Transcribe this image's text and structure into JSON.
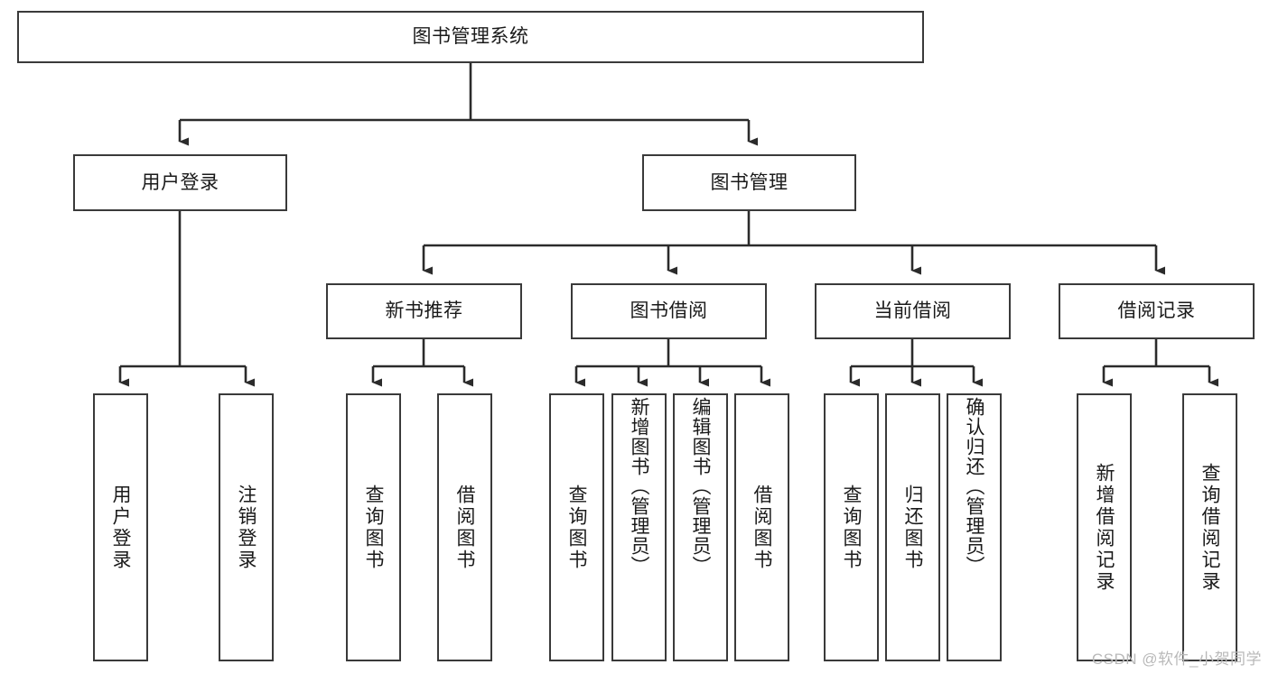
{
  "diagram": {
    "type": "tree-hierarchy",
    "title": "图书管理系统",
    "root": {
      "id": "root",
      "label": "图书管理系统"
    },
    "level2": [
      {
        "id": "user-login",
        "label": "用户登录"
      },
      {
        "id": "book-manage",
        "label": "图书管理"
      }
    ],
    "level3": [
      {
        "id": "new-book-recommend",
        "label": "新书推荐",
        "parent": "book-manage"
      },
      {
        "id": "book-borrow",
        "label": "图书借阅",
        "parent": "book-manage"
      },
      {
        "id": "current-borrow",
        "label": "当前借阅",
        "parent": "book-manage"
      },
      {
        "id": "borrow-record",
        "label": "借阅记录",
        "parent": "book-manage"
      }
    ],
    "leaves": {
      "user-login": [
        {
          "id": "leaf-user-login",
          "label": "用户登录"
        },
        {
          "id": "leaf-user-logout",
          "label": "注销登录"
        }
      ],
      "new-book-recommend": [
        {
          "id": "leaf-query-book-1",
          "label": "查询图书"
        },
        {
          "id": "leaf-borrow-book-1",
          "label": "借阅图书"
        }
      ],
      "book-borrow": [
        {
          "id": "leaf-query-book-2",
          "label": "查询图书"
        },
        {
          "id": "leaf-add-book",
          "label": "新增图书（管理员）"
        },
        {
          "id": "leaf-edit-book",
          "label": "编辑图书（管理员）"
        },
        {
          "id": "leaf-borrow-book-2",
          "label": "借阅图书"
        }
      ],
      "current-borrow": [
        {
          "id": "leaf-query-book-3",
          "label": "查询图书"
        },
        {
          "id": "leaf-return-book",
          "label": "归还图书"
        },
        {
          "id": "leaf-confirm-return",
          "label": "确认归还（管理员）"
        }
      ],
      "borrow-record": [
        {
          "id": "leaf-add-record",
          "label": "新增借阅记录"
        },
        {
          "id": "leaf-query-record",
          "label": "查询借阅记录"
        }
      ]
    }
  },
  "watermark": {
    "text": "CSDN @软件_小贺同学"
  },
  "colors": {
    "box_border": "#3a3a3a",
    "box_fill": "#ffffff",
    "connector": "#2b2b2b",
    "text": "#1a1a1a",
    "watermark": "#b9b9b9",
    "background": "#ffffff"
  }
}
